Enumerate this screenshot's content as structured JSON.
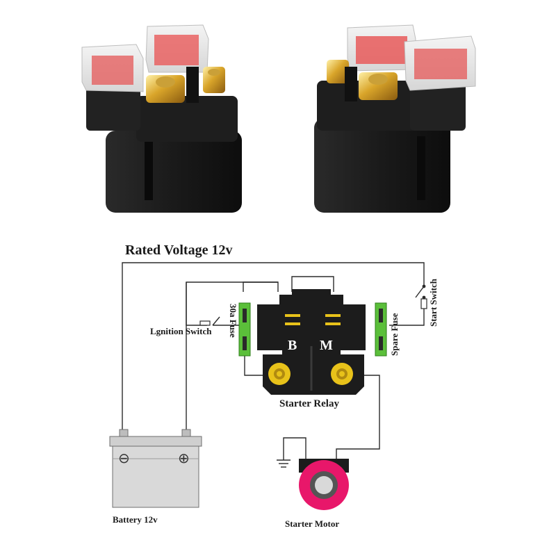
{
  "diagram": {
    "title": "Rated Voltage 12v",
    "labels": {
      "start_switch": "Start Switch",
      "ignition_switch": "Lgnition Switch",
      "fuse_30a": "30a Fuse",
      "spare_fuse": "Spare Fuse",
      "terminal_b": "B",
      "terminal_m": "M",
      "starter_relay": "Starter Relay",
      "battery": "Battery 12v",
      "starter_motor": "Starter Motor",
      "battery_minus": "⊖",
      "battery_plus": "⊕"
    },
    "colors": {
      "relay_body": "#1c1c1c",
      "fuse_green": "#5bbf3a",
      "terminal_gold": "#e8c21a",
      "fuse_cap_red": "#e0504f",
      "motor_pink": "#e8176a",
      "battery_gray": "#d9d9d9"
    }
  }
}
